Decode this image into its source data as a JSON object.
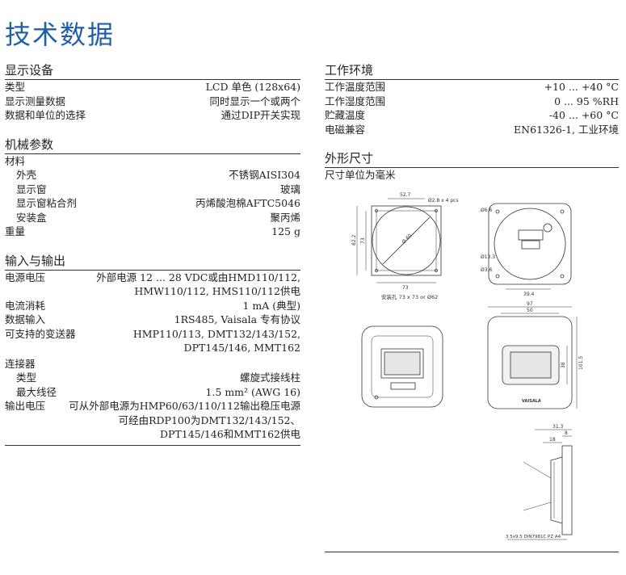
{
  "title": "技术数据",
  "left": {
    "display": {
      "heading": "显示设备",
      "rows": [
        {
          "k": "类型",
          "v": "LCD 单色 (128x64)"
        },
        {
          "k": "显示测量数据",
          "v": "同时显示一个或两个"
        },
        {
          "k": "数据和单位的选择",
          "v": "通过DIP开关实现"
        }
      ]
    },
    "mech": {
      "heading": "机械参数",
      "material_label": "材料",
      "rows": [
        {
          "k": "外壳",
          "v": "不锈钢AISI304"
        },
        {
          "k": "显示窗",
          "v": "玻璃"
        },
        {
          "k": "显示窗粘合剂",
          "v": "丙烯酸泡棉AFTC5046"
        },
        {
          "k": "安装盒",
          "v": "聚丙烯"
        }
      ],
      "weight": {
        "k": "重量",
        "v": "125 g"
      }
    },
    "io": {
      "heading": "输入与输出",
      "power": {
        "k": "电源电压",
        "v1": "外部电源 12 ... 28 VDC或由HMD110/112,",
        "v2": "HMW110/112, HMS110/112供电"
      },
      "current": {
        "k": "电流消耗",
        "v": "1 mA (典型)"
      },
      "datain": {
        "k": "数据输入",
        "v": "1RS485, Vaisala 专有协议"
      },
      "transmitters": {
        "k": "可支持的变送器",
        "v1": "HMP110/113, DMT132/143/152,",
        "v2": "DPT145/146, MMT162"
      },
      "connector_label": "连接器",
      "conn_type": {
        "k": "类型",
        "v": "螺旋式接线柱"
      },
      "conn_wire": {
        "k": "最大线径",
        "v": "1.5 mm² (AWG 16)"
      },
      "output": {
        "k": "输出电压",
        "v1": "可从外部电源为HMP60/63/110/112输出稳压电源",
        "v2": "可经由RDP100为DMT132/143/152、",
        "v3": "DPT145/146和MMT162供电"
      }
    }
  },
  "right": {
    "env": {
      "heading": "工作环境",
      "rows": [
        {
          "k": "工作温度范围",
          "v": "+10 ... +40 °C"
        },
        {
          "k": "工作湿度范围",
          "v": "0 ... 95 %RH"
        },
        {
          "k": "贮藏温度",
          "v": "-40 ... +60 °C"
        },
        {
          "k": "电磁兼容",
          "v": "EN61326-1, 工业环境"
        }
      ]
    },
    "dims": {
      "heading": "外形尺寸",
      "unit": "尺寸单位为毫米"
    }
  },
  "drawings": {
    "d1": {
      "w": "52.7",
      "dia": "Ø2.8 x 4 pcs",
      "h1": "82.2",
      "h2": "73",
      "circ": "Ø 60",
      "b": "73",
      "caption": "安装孔 73 x 73 or Ø62"
    },
    "d2": {
      "a": "Ø6.6",
      "b": "Ø13.3",
      "c": "Ø3.6",
      "d": "39.4"
    },
    "d4": {
      "w1": "97",
      "w2": "50",
      "h1": "38",
      "h2": "101.5",
      "brand": "VAISALA"
    },
    "d5": {
      "w1": "31.3",
      "w2": "8",
      "w3": "18",
      "screw": "3.5x9.5 DIN7981C PZ A4"
    }
  }
}
